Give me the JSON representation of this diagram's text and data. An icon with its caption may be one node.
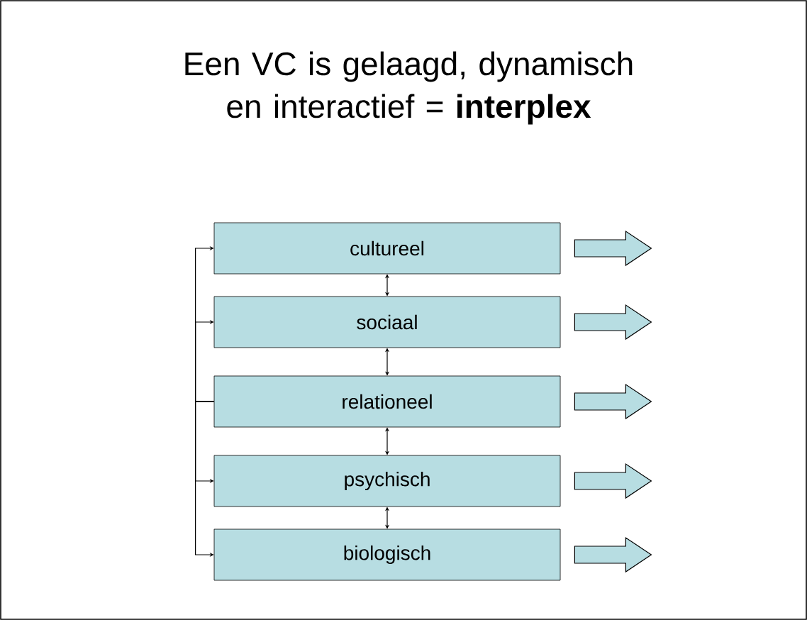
{
  "diagram": {
    "title": "Een VC is gelaagd, dynamisch en interactief = **interplex**",
    "nodes": [
      {
        "text": [
          "cultureel"
        ]
      },
      {
        "text": [
          "sociaal"
        ]
      },
      {
        "text": [
          "relationeel"
        ]
      },
      {
        "text": [
          "psychisch"
        ]
      },
      {
        "text": [
          "biologisch"
        ]
      }
    ],
    "edges": [
      {
        "from": 0,
        "to": 1,
        "arrow": "both"
      },
      {
        "from": 1,
        "to": 2,
        "arrow": "both"
      },
      {
        "from": 2,
        "to": 3,
        "arrow": "both"
      },
      {
        "from": 3,
        "to": 4,
        "arrow": "both"
      },
      {
        "from": 2,
        "to": 0,
        "arrow": "to"
      },
      {
        "from": 2,
        "to": 1,
        "arrow": "to"
      },
      {
        "from": 2,
        "to": 3,
        "arrow": "to"
      },
      {
        "from": 2,
        "to": 4,
        "arrow": "to"
      },
      {
        "from": 0,
        "to": null,
        "arrow": "to",
        "style": "thick",
        "color": "#b7dde2"
      },
      {
        "from": 1,
        "to": null,
        "arrow": "to",
        "style": "thick",
        "color": "#b7dde2"
      },
      {
        "from": 2,
        "to": null,
        "arrow": "to",
        "style": "thick",
        "color": "#b7dde2"
      },
      {
        "from": 3,
        "to": null,
        "arrow": "to",
        "style": "thick",
        "color": "#b7dde2"
      },
      {
        "from": 4,
        "to": null,
        "arrow": "to",
        "style": "thick",
        "color": "#b7dde2"
      }
    ]
  }
}
